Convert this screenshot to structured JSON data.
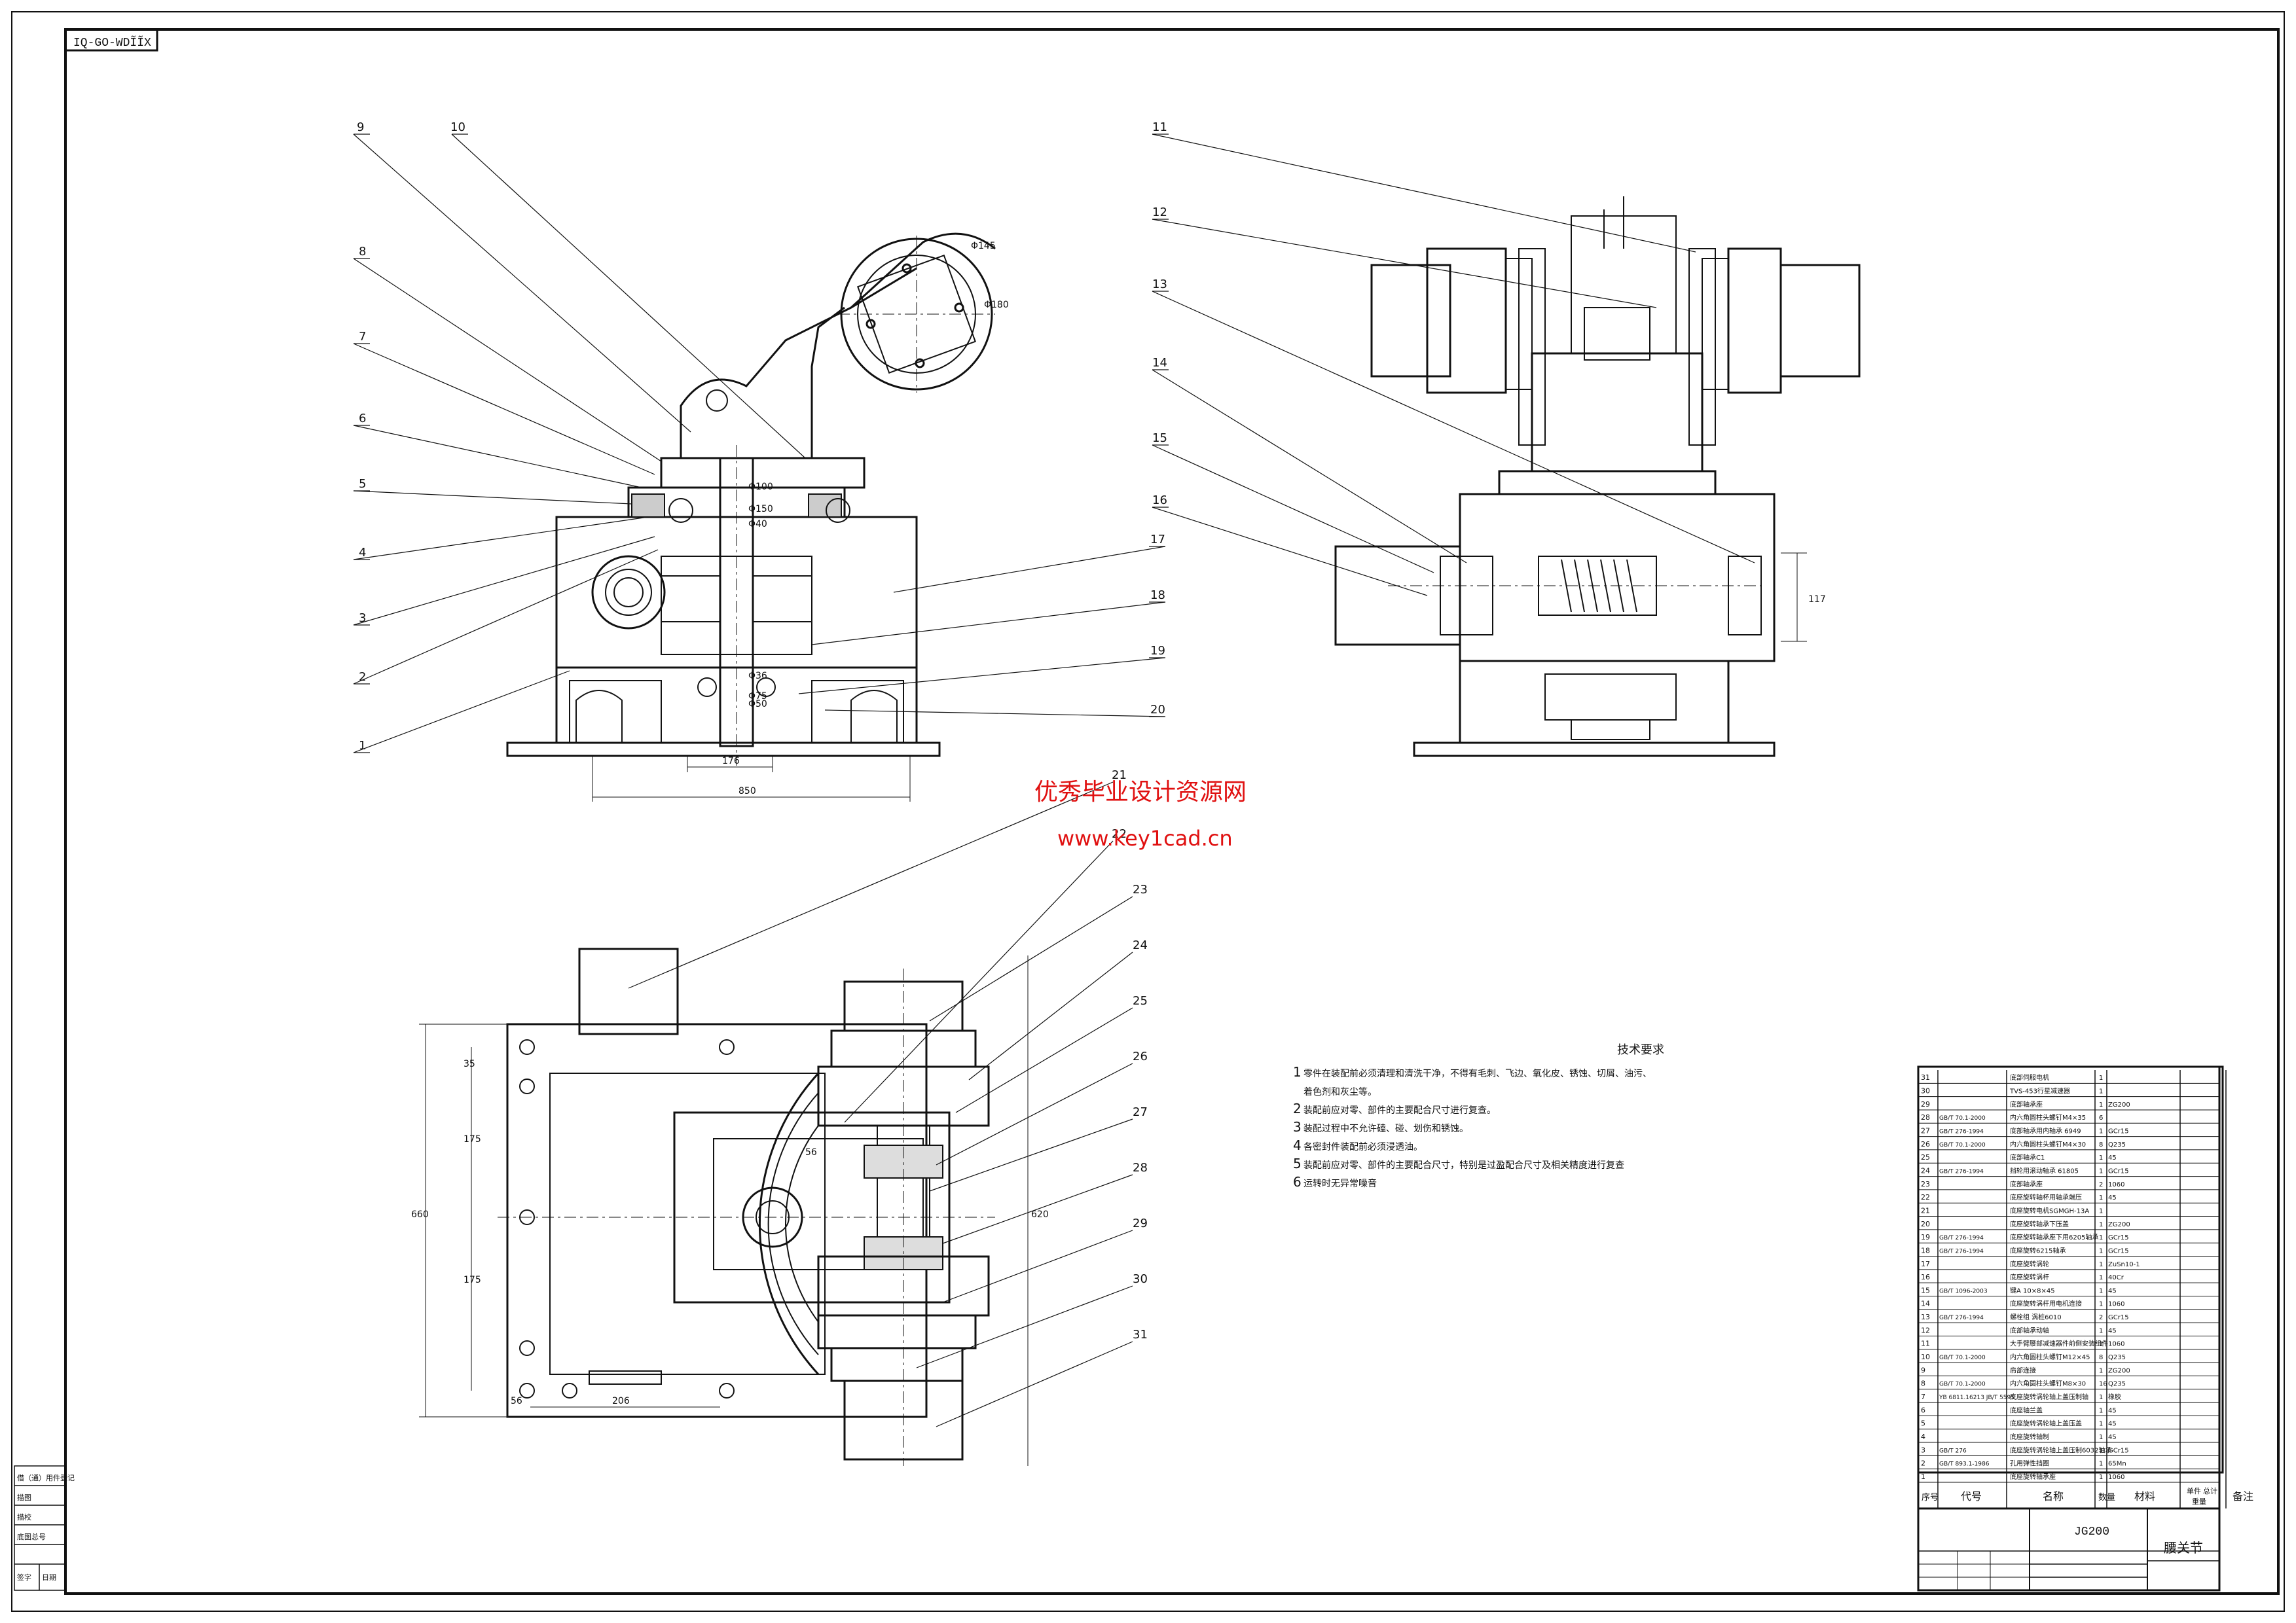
{
  "sheet": {
    "corner_code": "IQ-GO-WDĨĨX",
    "drawing_code": "JG200",
    "drawing_title": "腰关节"
  },
  "watermark": {
    "line1": "优秀毕业设计资源网",
    "line2": "www.key1cad.cn"
  },
  "views": {
    "front": {
      "balloons": [
        "9",
        "10",
        "8",
        "7",
        "6",
        "5",
        "4",
        "3",
        "2",
        "1",
        "17",
        "18",
        "19",
        "20"
      ],
      "dims": [
        "Φ145",
        "Φ180",
        "Φ100",
        "Φ150",
        "Φ40",
        "Φ36",
        "Φ75",
        "Φ50",
        "176",
        "850"
      ]
    },
    "side": {
      "balloons": [
        "11",
        "12",
        "13",
        "14",
        "15",
        "16"
      ],
      "dims": [
        "117"
      ]
    },
    "top": {
      "balloons": [
        "21",
        "22",
        "23",
        "24",
        "25",
        "26",
        "27",
        "28",
        "29",
        "30",
        "31"
      ],
      "dims": [
        "35",
        "175",
        "175",
        "660",
        "56",
        "206",
        "620",
        "56"
      ]
    }
  },
  "tech_req": {
    "title": "技术要求",
    "items": [
      {
        "num": "1",
        "text": "零件在装配前必须清理和清洗干净，不得有毛刺、飞边、氧化皮、锈蚀、切屑、油污、"
      },
      {
        "num": "",
        "text": "着色剂和灰尘等。"
      },
      {
        "num": "2",
        "text": "装配前应对零、部件的主要配合尺寸进行复查。"
      },
      {
        "num": "3",
        "text": "装配过程中不允许磕、碰、划伤和锈蚀。"
      },
      {
        "num": "4",
        "text": "各密封件装配前必须浸透油。"
      },
      {
        "num": "5",
        "text": "装配前应对零、部件的主要配合尺寸，特别是过盈配合尺寸及相关精度进行复查"
      },
      {
        "num": "6",
        "text": "运转时无异常噪音"
      }
    ]
  },
  "bom": {
    "rows": [
      [
        "31",
        "",
        "底部伺服电机",
        "1",
        ""
      ],
      [
        "30",
        "",
        "TVS-453行星减速器",
        "1",
        ""
      ],
      [
        "29",
        "",
        "底部轴承座",
        "1",
        "ZG200"
      ],
      [
        "28",
        "GB/T 70.1-2000",
        "内六角圆柱头螺钉M4×35",
        "6",
        ""
      ],
      [
        "27",
        "GB/T 276-1994",
        "底部轴承用内轴承 6949",
        "1",
        "GCr15"
      ],
      [
        "26",
        "GB/T 70.1-2000",
        "内六角圆柱头螺钉M4×30",
        "8",
        "Q235"
      ],
      [
        "25",
        "",
        "底部轴承C1",
        "1",
        "45"
      ],
      [
        "24",
        "GB/T 276-1994",
        "挡轮用滚动轴承 61805",
        "1",
        "GCr15"
      ],
      [
        "23",
        "",
        "底部轴承座",
        "2",
        "1060"
      ],
      [
        "22",
        "",
        "底座旋转轴杯用轴承端压",
        "1",
        "45"
      ],
      [
        "21",
        "",
        "底座旋转电机SGMGH-13A",
        "1",
        ""
      ],
      [
        "20",
        "",
        "底座旋转轴承下压盖",
        "1",
        "ZG200"
      ],
      [
        "19",
        "GB/T 276-1994",
        "底座旋转轴承座下用6205轴承",
        "1",
        "GCr15"
      ],
      [
        "18",
        "GB/T 276-1994",
        "底座旋转6215轴承",
        "1",
        "GCr15"
      ],
      [
        "17",
        "",
        "底座旋转涡轮",
        "1",
        "ZuSn10-1"
      ],
      [
        "16",
        "",
        "底座旋转涡杆",
        "1",
        "40Cr"
      ],
      [
        "15",
        "GB/T 1096-2003",
        "键A 10×8×45",
        "1",
        "45"
      ],
      [
        "14",
        "",
        "底座旋转涡杆用电机连接",
        "1",
        "1060"
      ],
      [
        "13",
        "GB/T 276-1994",
        "螺栓组 涡桩6010",
        "2",
        "GCr15"
      ],
      [
        "12",
        "",
        "底部轴承动轴",
        "1",
        "45"
      ],
      [
        "11",
        "",
        "大手臂腰部减速器件前侧安装组件",
        "1",
        "1060"
      ],
      [
        "10",
        "GB/T 70.1-2000",
        "内六角圆柱头螺钉M12×45",
        "8",
        "Q235"
      ],
      [
        "9",
        "",
        "肩部连接",
        "1",
        "ZG200"
      ],
      [
        "8",
        "GB/T 70.1-2000",
        "内六角圆柱头螺钉M8×30",
        "16",
        "Q235"
      ],
      [
        "7",
        "YB 6811.16213 JB/T 5595",
        "底座旋转涡轮轴上盖压制轴",
        "1",
        "橡胶"
      ],
      [
        "6",
        "",
        "底座轴兰盖",
        "1",
        "45"
      ],
      [
        "5",
        "",
        "底座旋转涡轮轴上盖压盖",
        "1",
        "45"
      ],
      [
        "4",
        "",
        "底座旋转轴制",
        "1",
        "45"
      ],
      [
        "3",
        "GB/T 276",
        "底座旋转涡轮轴上盖压制6032轴承",
        "1",
        "GCr15"
      ],
      [
        "2",
        "GB/T 893.1-1986",
        "孔用弹性挡圈",
        "1",
        "65Mn"
      ],
      [
        "1",
        "",
        "底座旋转轴承座",
        "1",
        "1060"
      ]
    ],
    "header": {
      "seq": "序号",
      "code": "代号",
      "name": "名称",
      "qty": "数量",
      "material": "材料",
      "unit_wt": "单件",
      "total_wt": "总计",
      "weight": "重量",
      "remark": "备注"
    }
  },
  "left_strip": [
    "借（通）用件登记",
    "描图",
    "描校",
    "底图总号",
    "签字",
    "日期"
  ]
}
